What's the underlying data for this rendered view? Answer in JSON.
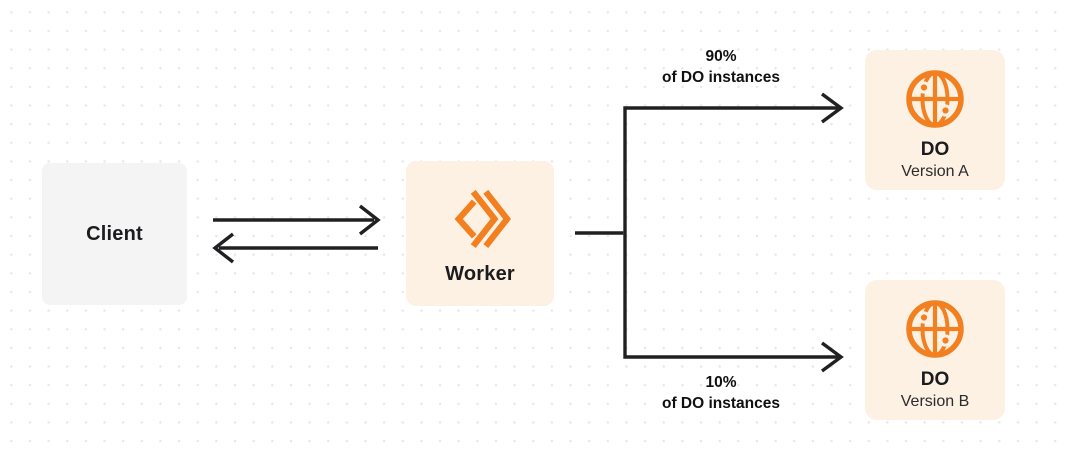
{
  "colors": {
    "accent_orange": "#f38020",
    "node_cream": "#fcf1e2",
    "node_gray": "#f4f4f5",
    "line_dark": "#202022",
    "dot_grid": "#e7e7e9"
  },
  "nodes": {
    "client": {
      "label": "Client"
    },
    "worker": {
      "label": "Worker",
      "icon": "workers-chevrons-icon"
    },
    "do_version_a": {
      "title": "DO",
      "subtitle": "Version A",
      "icon": "globe-icon"
    },
    "do_version_b": {
      "title": "DO",
      "subtitle": "Version B",
      "icon": "globe-icon"
    }
  },
  "edges": {
    "client_to_worker": {
      "direction": "right"
    },
    "worker_to_client": {
      "direction": "left"
    },
    "split_to_version_a": {
      "percent": "90%",
      "caption": "of DO instances"
    },
    "split_to_version_b": {
      "percent": "10%",
      "caption": "of DO instances"
    }
  }
}
